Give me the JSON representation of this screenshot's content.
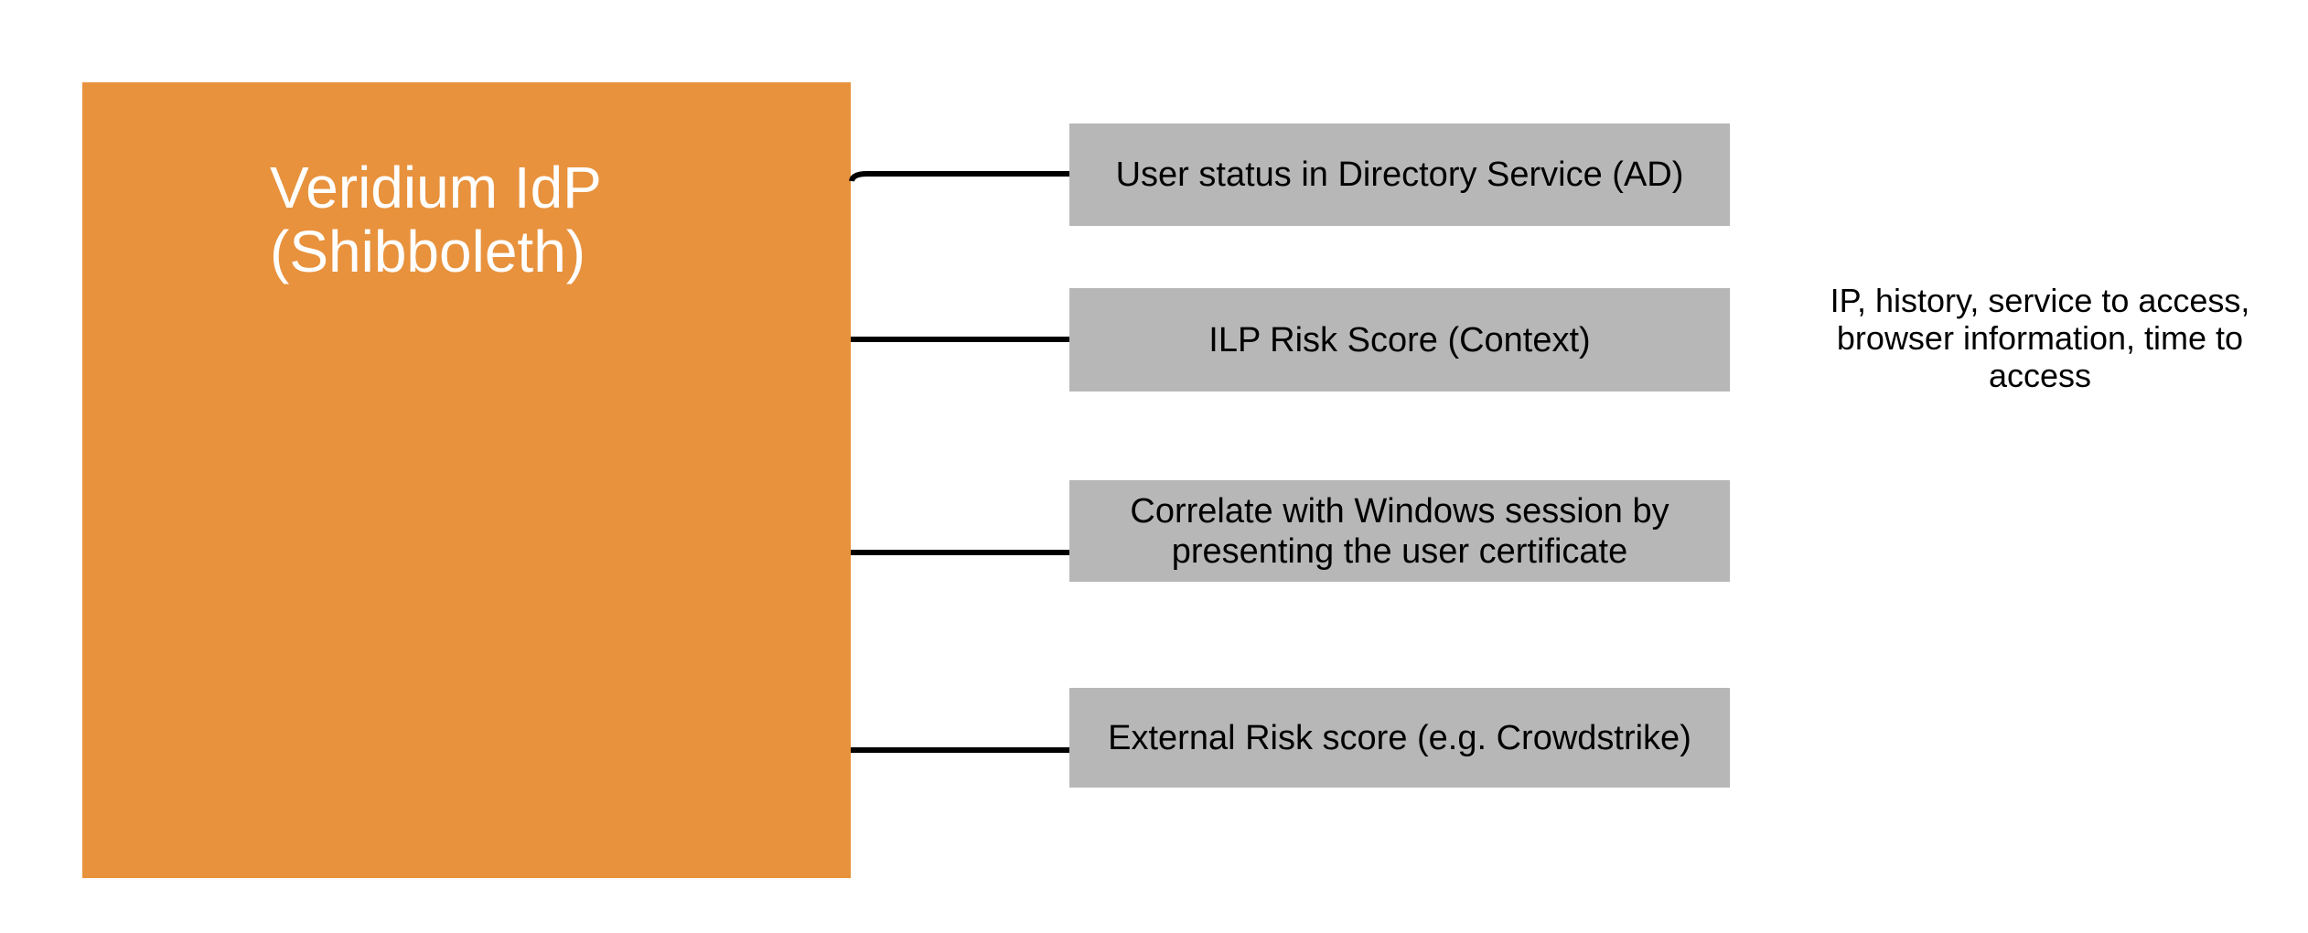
{
  "diagram": {
    "background_color": "#FFFFFF",
    "idp_node": {
      "label": "Veridium IdP\n(Shibboleth)",
      "fill_color": "#E8923D",
      "text_color": "#FFFFFF"
    },
    "factor_nodes": [
      {
        "label": "User status in Directory Service (AD)"
      },
      {
        "label": "ILP Risk Score (Context)"
      },
      {
        "label": "Correlate with Windows session by\npresenting the user certificate"
      },
      {
        "label": "External Risk score (e.g. Crowdstrike)"
      }
    ],
    "factor_node_style": {
      "fill_color": "#B7B7B7",
      "text_color": "#000000"
    },
    "connector_color": "#000000",
    "annotation": {
      "text": "IP, history, service to access,\nbrowser information, time to\naccess"
    }
  }
}
